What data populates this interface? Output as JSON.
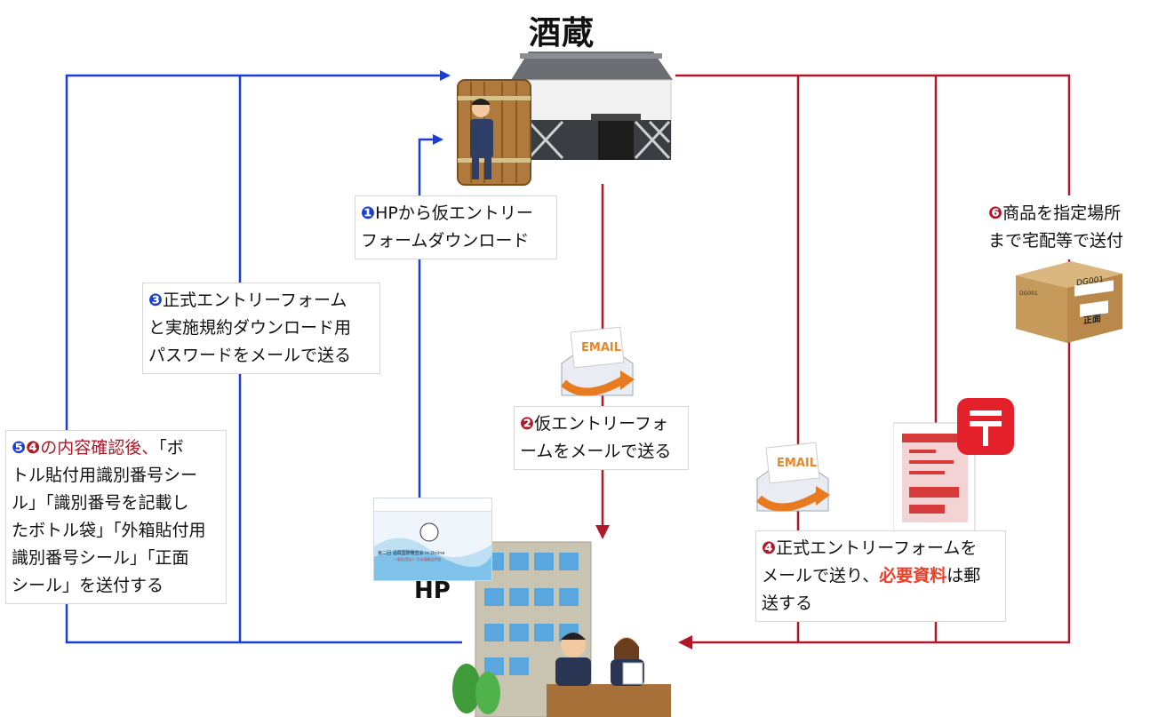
{
  "title": "酒蔵",
  "hp_label": "HP",
  "steps": {
    "s1": {
      "num": "❶",
      "line1": "HPから仮エントリー",
      "line2": "フォームダウンロード"
    },
    "s2": {
      "num": "❷",
      "line1": "仮エントリーフォ",
      "line2": "ームをメールで送る"
    },
    "s3": {
      "num": "❸",
      "line1": "正式エントリーフォーム",
      "line2": "と実施規約ダウンロード用",
      "line3": "パスワードをメールで送る"
    },
    "s4": {
      "num": "❹",
      "line1": "正式エントリーフォームを",
      "line2a": "メールで送り、",
      "line2b": "必要資料",
      "line2c": "は郵",
      "line3": "送する"
    },
    "s5": {
      "num_a": "❺",
      "num_b": "❹",
      "line1_red": "の内容確認後、",
      "line1_rest": "「ボ",
      "line2": "トル貼付用識別番号シー",
      "line3": "ル」「識別番号を記載し",
      "line4": "たボトル袋」「外箱貼付用",
      "line5": "識別番号シール」「正面",
      "line6": "シール」を送付する"
    },
    "s6": {
      "num": "❻",
      "line1": "商品を指定場所",
      "line2": "まで宅配等で送付"
    }
  },
  "email_label": "EMAIL",
  "box_labels": {
    "code": "DG001",
    "front": "正面",
    "small": "DG001"
  },
  "website": {
    "line1": "第二回 酒蔵国際審査会 in Online",
    "line2": "一般社団法人 日本酒類品評会"
  },
  "colors": {
    "blue": "#1a3fd6",
    "red": "#b0182a",
    "orange": "#e8412a"
  }
}
